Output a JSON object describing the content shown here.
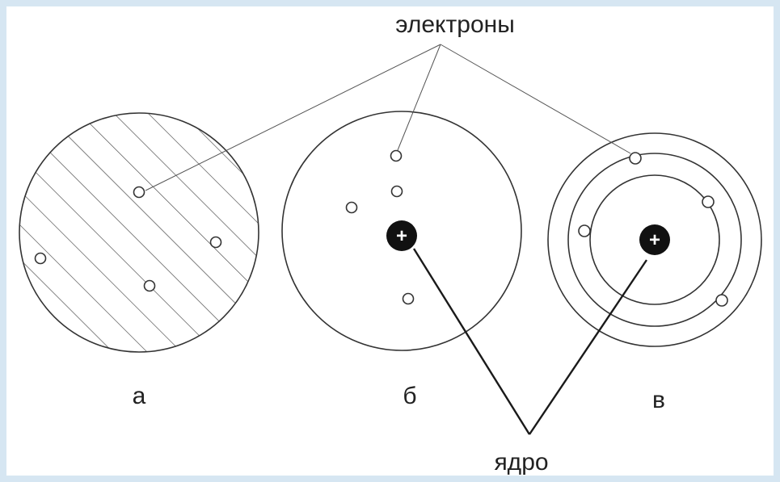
{
  "labels": {
    "electrons": "электроны",
    "nucleus": "ядро",
    "model_a": "а",
    "model_b": "б",
    "model_c": "в",
    "nucleus_sign": "+"
  },
  "colors": {
    "border": "#d6e6f2",
    "background": "#ffffff",
    "ink": "#222222"
  }
}
